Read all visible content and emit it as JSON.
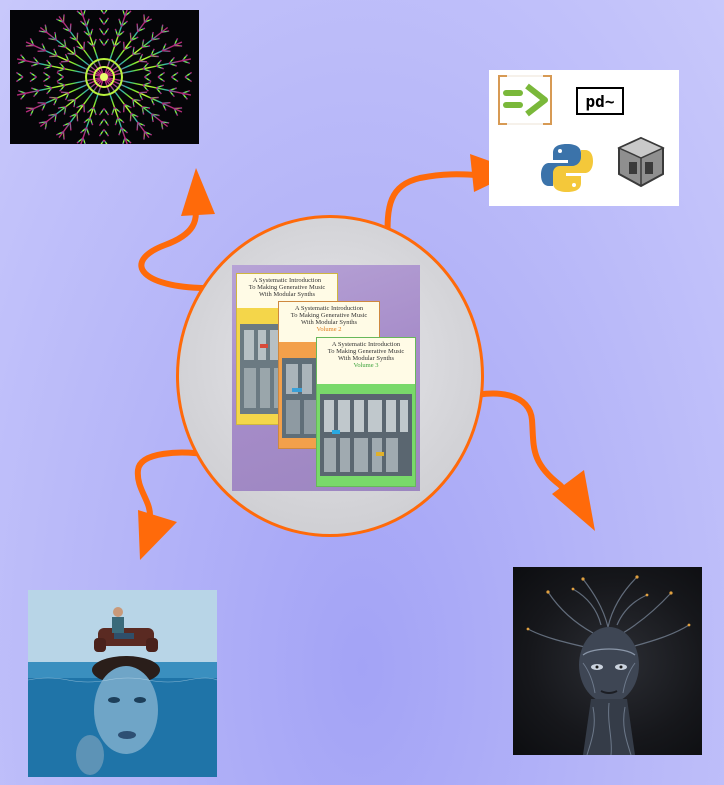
{
  "colors": {
    "background": "#b4b4f8",
    "arrow": "#ff6a0a",
    "circle_border": "#ff6a0a"
  },
  "center_image": {
    "volumes": [
      {
        "line1": "A Systematic Introduction",
        "line2": "To Making Generative Music",
        "line3": "With Modular Synths",
        "volume": "",
        "accent": "#f4d64a"
      },
      {
        "line1": "A Systematic Introduction",
        "line2": "To Making Generative Music",
        "line3": "With Modular Synths",
        "volume": "Volume 2",
        "accent": "#f3a04b"
      },
      {
        "line1": "A Systematic Introduction",
        "line2": "To Making Generative Music",
        "line3": "With Modular Synths",
        "volume": "Volume 3",
        "accent": "#79d96a"
      }
    ]
  },
  "icons": {
    "top_left": "mandala-image",
    "top_right": "software-logos",
    "bottom_left": "surreal-water-portrait",
    "bottom_right": "neural-head-portrait"
  },
  "logos": {
    "pd_label": "pd~"
  }
}
